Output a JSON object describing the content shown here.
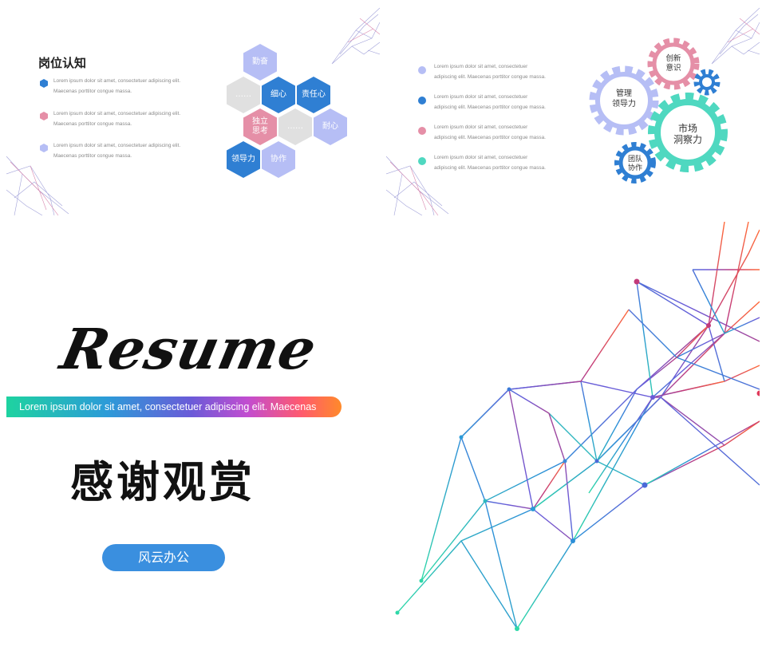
{
  "colors": {
    "blue": "#2f7fd3",
    "pink": "#e58fa7",
    "lavender": "#b6bef5",
    "teal": "#4fd8c0",
    "gray": "#e0e0e0",
    "button": "#3a8fdf"
  },
  "slide1": {
    "title": "岗位认知",
    "bullets": [
      {
        "icon": "blue-hexagon-bullet",
        "line1": "Lorem ipsum dolor sit amet, consectetuer adipiscing elit.",
        "line2": "Maecenas porttitor congue massa."
      },
      {
        "icon": "pink-hexagon-bullet",
        "line1": "Lorem ipsum dolor sit amet, consectetuer adipiscing elit.",
        "line2": "Maecenas porttitor congue massa."
      },
      {
        "icon": "lavender-hexagon-bullet",
        "line1": "Lorem ipsum dolor sit amet, consectetuer adipiscing elit.",
        "line2": "Maecenas porttitor congue massa."
      }
    ],
    "hexagons": {
      "qinfen": "勤奋",
      "xixin": "细心",
      "zerenxin": "责任心",
      "duli": "独立\n思考",
      "naixin": "耐心",
      "lingdaoli": "领导力",
      "xiezuo": "协作",
      "blank1": "……",
      "blank2": "……"
    }
  },
  "slide2": {
    "bullets": [
      {
        "line1": "Lorem ipsum dolor sit amet, consectetuer",
        "line2": "adipiscing elit. Maecenas porttitor congue massa."
      },
      {
        "line1": "Lorem ipsum dolor sit amet, consectetuer",
        "line2": "adipiscing elit. Maecenas porttitor congue massa."
      },
      {
        "line1": "Lorem ipsum dolor sit amet, consectetuer",
        "line2": "adipiscing elit. Maecenas porttitor congue massa."
      },
      {
        "line1": "Lorem ipsum dolor sit amet, consectetuer",
        "line2": "adipiscing elit. Maecenas porttitor congue massa."
      }
    ],
    "gears": {
      "guanli": "管理\n领导力",
      "chuangxin": "创新\n意识",
      "shichang": "市场\n洞察力",
      "tuandui": "团队\n协作"
    }
  },
  "slide3": {
    "resume": "Resume",
    "subtitle": "Lorem ipsum dolor sit amet, consectetuer adipiscing elit. Maecenas",
    "thanks": "感谢观赏",
    "button": "风云办公"
  }
}
